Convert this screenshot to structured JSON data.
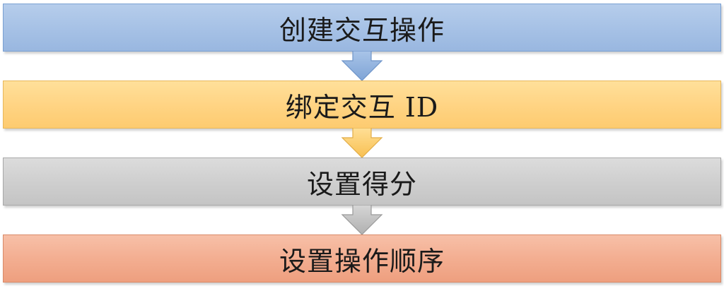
{
  "steps": [
    {
      "label": "创建交互操作",
      "color": "#a7c2e6"
    },
    {
      "label": "绑定交互 ID",
      "color": "#ffd484"
    },
    {
      "label": "设置得分",
      "color": "#cfcfcf"
    },
    {
      "label": "设置操作顺序",
      "color": "#f3ae91"
    }
  ],
  "arrows": [
    {
      "icon": "arrow-down-icon",
      "color": "#8fb1e0"
    },
    {
      "icon": "arrow-down-icon",
      "color": "#fdc865"
    },
    {
      "icon": "arrow-down-icon",
      "color": "#c2c2c2"
    }
  ]
}
